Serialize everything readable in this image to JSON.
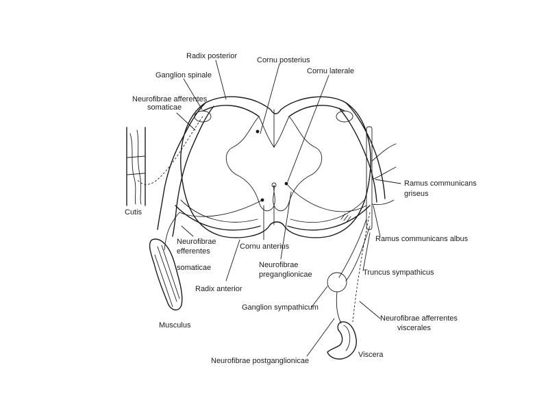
{
  "labels": {
    "radix_posterior": "Radix posterior",
    "cornu_posterius": "Cornu posterius",
    "ganglion_spinale": "Ganglion spinale",
    "cornu_laterale": "Cornu laterale",
    "neurofibrae_afferentes_somaticae_1": "Neurofibrae afferentes",
    "neurofibrae_afferentes_somaticae_2": "somaticae",
    "cutis": "Cutis",
    "ramus_communicans_griseus_1": "Ramus communicans",
    "ramus_communicans_griseus_2": "griseus",
    "ramus_communicans_albus": "Ramus communicans albus",
    "neurofibrae_efferentes_somaticae_1": "Neurofibrae",
    "neurofibrae_efferentes_somaticae_2": "efferentes",
    "neurofibrae_efferentes_somaticae_3": "somaticae",
    "cornu_anterius": "Cornu anterius",
    "neurofibrae_preganglionicae_1": "Neurofibrae",
    "neurofibrae_preganglionicae_2": "preganglionicae",
    "truncus_sympathicus": "Truncus sympathicus",
    "radix_anterior": "Radix anterior",
    "ganglion_sympathicum": "Ganglion sympathicum",
    "neurofibrae_afferentes_viscerales_1": "Neurofibrae afferrentes",
    "neurofibrae_afferentes_viscerales_2": "viscerales",
    "musculus": "Musculus",
    "viscera": "Viscera",
    "neurofibrae_postganglionicae": "Neurofibrae postganglionicae"
  },
  "colors": {
    "ink": "#1a1a1a",
    "background": "#ffffff"
  }
}
